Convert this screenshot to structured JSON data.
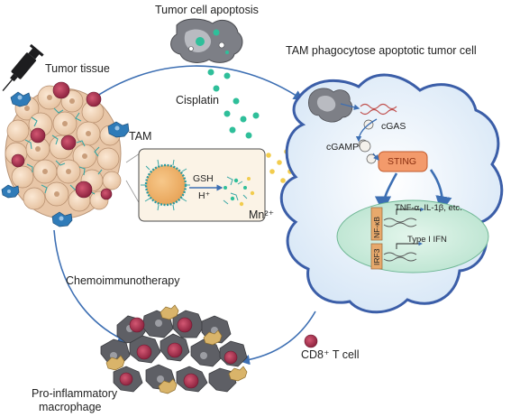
{
  "labels": {
    "apoptosis": "Tumor cell apoptosis",
    "tam_phagocytose": "TAM phagocytose apoptotic tumor cell",
    "tumor_tissue": "Tumor tissue",
    "tam": "TAM",
    "cisplatin": "Cisplatin",
    "gsh": "GSH",
    "h_plus": "H⁺",
    "mn2": "Mn²⁺",
    "cgas": "cGAS",
    "cgamp": "cGAMP",
    "sting": "STING",
    "nfkb": "NF-κB",
    "irf3": "IRF3",
    "cytokines": "TNF-α, IL-1β, etc.",
    "type_ifn": "Type I IFN",
    "chemo": "Chemoimmunotherapy",
    "cd8": "CD8⁺ T cell",
    "pro_inflammatory": "Pro-inflammatory",
    "macrophage": "macrophage"
  },
  "colors": {
    "arrow": "#3d6fb3",
    "tam_blue": "#2f7bb8",
    "tumor_cell": "#f3d9c0",
    "cd8_red": "#a8304b",
    "cisplatin_teal": "#2fbf9a",
    "mn_yellow": "#f2cc4e",
    "nucleus_green": "#c7ecdc",
    "sting_orange": "#f39a6b",
    "cell_membrane": "#cfe0f3",
    "dark_cell": "#6f6f74"
  }
}
